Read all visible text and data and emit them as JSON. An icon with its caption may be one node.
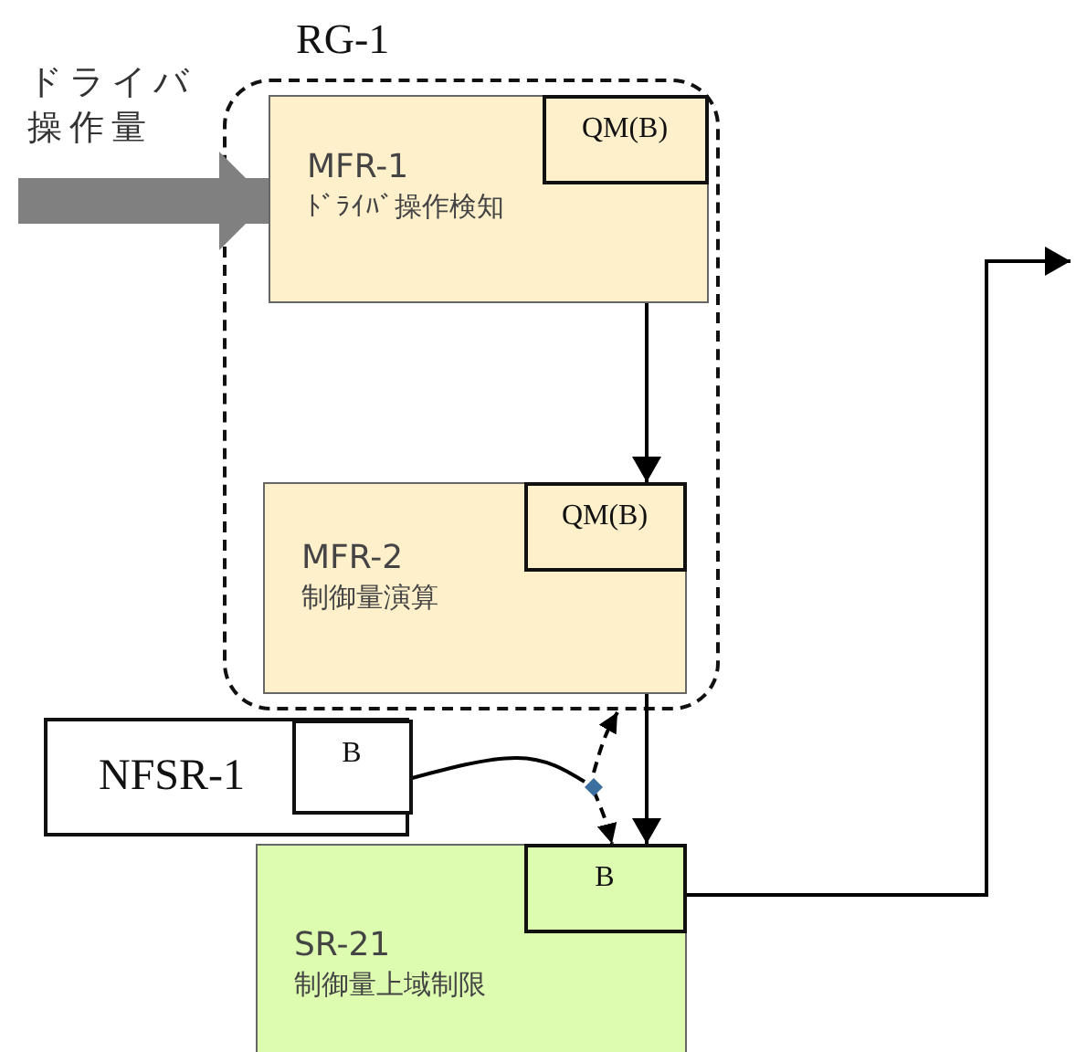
{
  "diagram": {
    "nodes": [
      {
        "text": [
          "RG-1"
        ]
      },
      {
        "text": [
          "MFR-1",
          "ﾄﾞﾗｲﾊﾞ操作検知"
        ],
        "in": 0
      },
      {
        "text": [
          "QM(B)"
        ],
        "in": 1
      },
      {
        "text": [
          "MFR-2",
          "制御量演算"
        ],
        "in": 0
      },
      {
        "text": [
          "QM(B)"
        ],
        "in": 3
      },
      {
        "text": [
          "NFSR-1"
        ]
      },
      {
        "text": [
          "B"
        ],
        "in": 5
      },
      {
        "text": [
          "SR-21",
          "制御量上域制限"
        ]
      },
      {
        "text": [
          "B"
        ],
        "in": 7
      },
      {
        "text": [],
        "shape": "diamond"
      }
    ],
    "edges": [
      {
        "from": null,
        "to": 1,
        "arrow": "to",
        "label": "ドライバ操作量",
        "style": "thick",
        "color": "#808080"
      },
      {
        "from": 1,
        "to": 3,
        "arrow": "to"
      },
      {
        "from": 3,
        "to": 7,
        "arrow": "to"
      },
      {
        "from": 7,
        "to": null,
        "arrow": "to"
      },
      {
        "from": 6,
        "to": 9,
        "arrow": "none"
      },
      {
        "from": 9,
        "to": 0,
        "arrow": "to",
        "style": "dashed"
      },
      {
        "from": 9,
        "to": 7,
        "arrow": "to",
        "style": "dashed"
      }
    ]
  }
}
